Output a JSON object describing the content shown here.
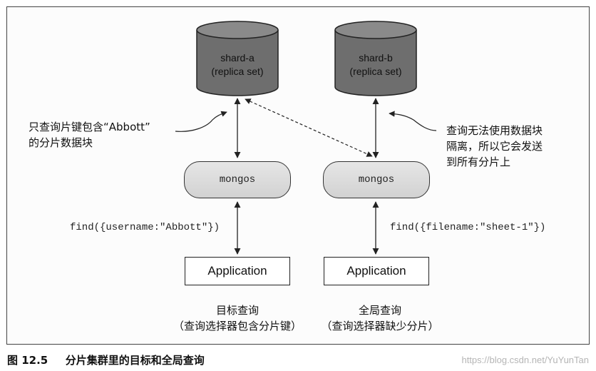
{
  "diagram": {
    "shards": [
      {
        "name": "shard-a",
        "sub": "(replica set)"
      },
      {
        "name": "shard-b",
        "sub": "(replica set)"
      }
    ],
    "mongos_label": "mongos",
    "application_label": "Application",
    "queries": {
      "left": "find({username:\"Abbott\"})",
      "right": "find({filename:\"sheet-1\"})"
    },
    "annotations": {
      "left": [
        "只查询片键包含“Abbott”",
        "的分片数据块"
      ],
      "right": [
        "查询无法使用数据块",
        "隔离，所以它会发送",
        "到所有分片上"
      ]
    },
    "captions": {
      "left": [
        "目标查询",
        "（查询选择器包含分片键）"
      ],
      "right": [
        "全局查询",
        "（查询选择器缺少分片）"
      ]
    }
  },
  "figure_caption": {
    "number": "图 12.5",
    "title": "分片集群里的目标和全局查询"
  },
  "watermark": "https://blog.csdn.net/YuYunTan"
}
